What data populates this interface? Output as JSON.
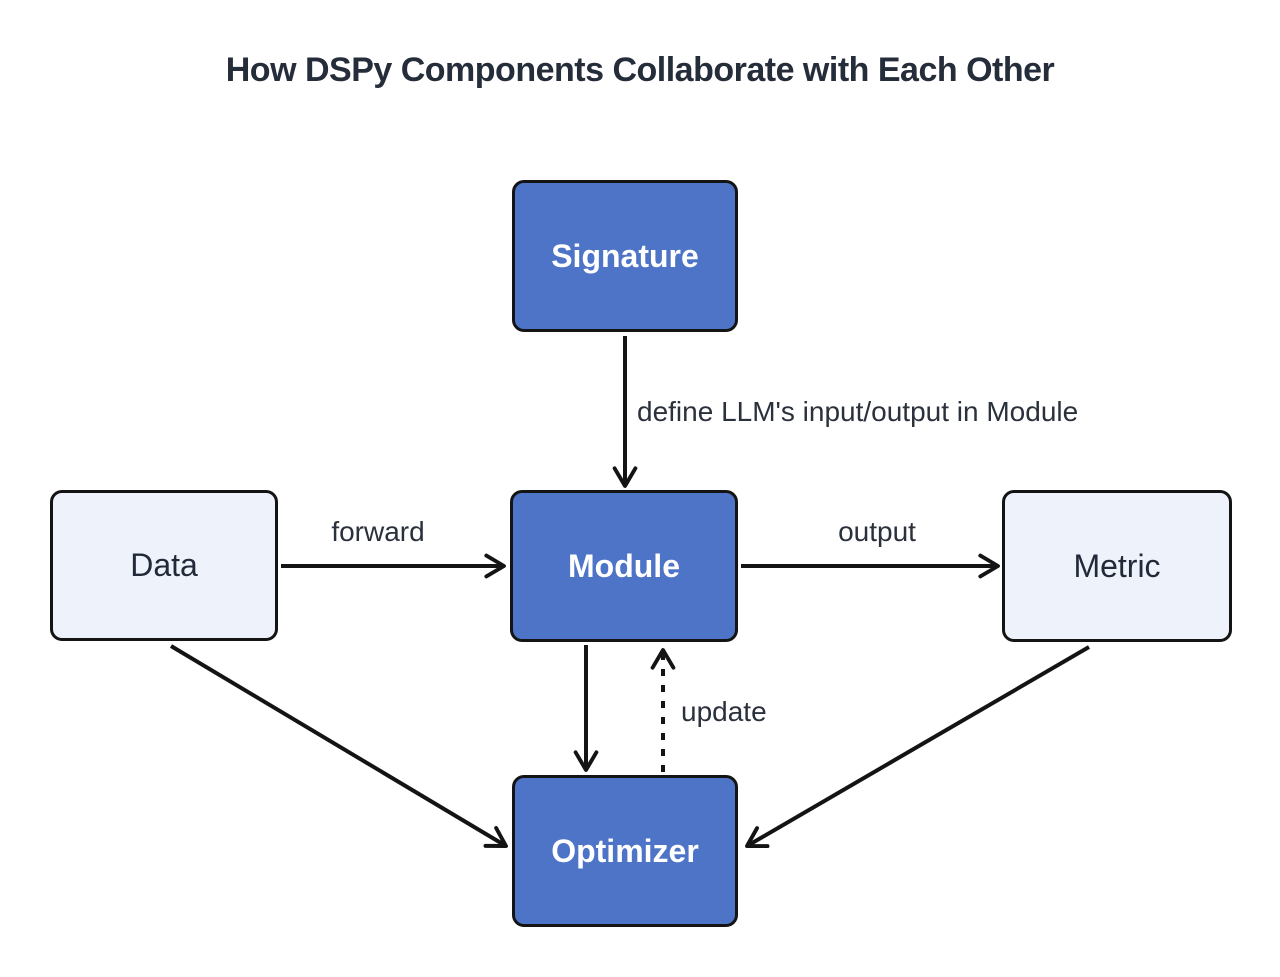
{
  "title": "How DSPy Components Collaborate with Each Other",
  "colors": {
    "background": "#ffffff",
    "node_fill_primary": "#4d74c6",
    "node_fill_secondary": "#eef2fa",
    "node_border": "#141414",
    "node_text_primary": "#ffffff",
    "node_text_secondary": "#222938",
    "arrow": "#141414",
    "title_text": "#262d3a",
    "edge_label_text": "#2b313c"
  },
  "nodes": [
    {
      "id": "signature",
      "label": "Signature",
      "variant": "primary"
    },
    {
      "id": "data",
      "label": "Data",
      "variant": "secondary"
    },
    {
      "id": "module",
      "label": "Module",
      "variant": "primary"
    },
    {
      "id": "metric",
      "label": "Metric",
      "variant": "secondary"
    },
    {
      "id": "optimizer",
      "label": "Optimizer",
      "variant": "primary"
    }
  ],
  "edges": [
    {
      "from": "signature",
      "to": "module",
      "label": "define LLM's input/output in Module",
      "style": "solid"
    },
    {
      "from": "data",
      "to": "module",
      "label": "forward",
      "style": "solid"
    },
    {
      "from": "module",
      "to": "metric",
      "label": "output",
      "style": "solid"
    },
    {
      "from": "module",
      "to": "optimizer",
      "label": "",
      "style": "solid"
    },
    {
      "from": "optimizer",
      "to": "module",
      "label": "update",
      "style": "dashed"
    },
    {
      "from": "data",
      "to": "optimizer",
      "label": "",
      "style": "solid"
    },
    {
      "from": "metric",
      "to": "optimizer",
      "label": "",
      "style": "solid"
    }
  ]
}
